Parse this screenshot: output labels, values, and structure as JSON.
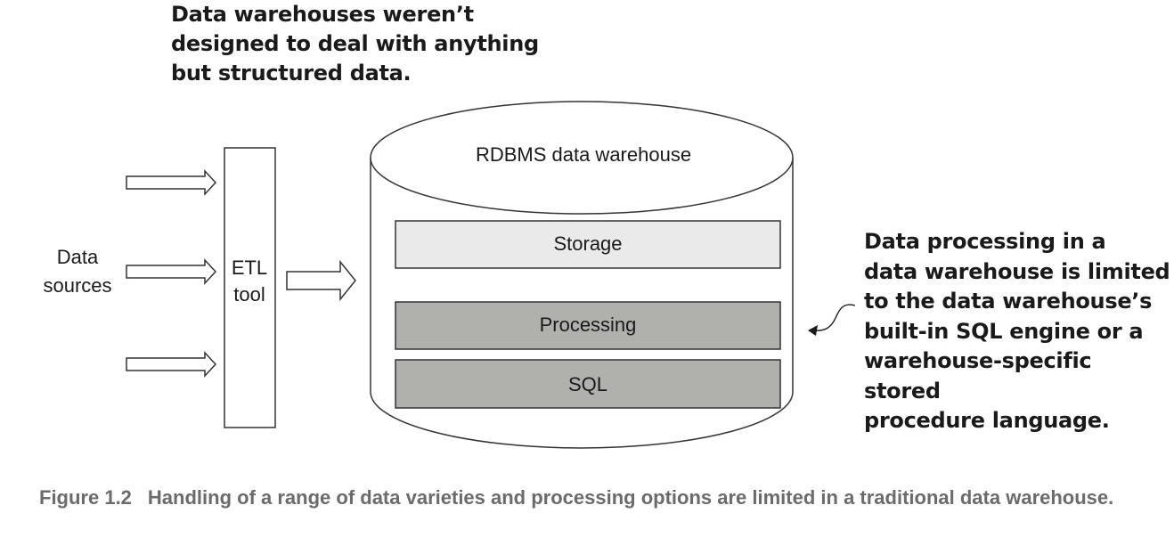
{
  "annotations": {
    "top": "Data warehouses weren’t\ndesigned to deal with anything\nbut structured data.",
    "side": "Data processing in a\ndata warehouse is limited\nto the data warehouse’s\nbuilt-in SQL engine or a\nwarehouse-specific stored\nprocedure language."
  },
  "diagram": {
    "sources_label": [
      "Data",
      "sources"
    ],
    "etl_label": [
      "ETL",
      "tool"
    ],
    "warehouse_label": "RDBMS data warehouse",
    "layers": [
      {
        "label": "Storage",
        "fill": "#eaeaea"
      },
      {
        "label": "Processing",
        "fill": "#b0b0ac"
      },
      {
        "label": "SQL",
        "fill": "#b0b0ac"
      }
    ]
  },
  "caption": {
    "number": "Figure 1.2",
    "text": "Handling of a range of data varieties and processing options are limited in a traditional data warehouse."
  }
}
